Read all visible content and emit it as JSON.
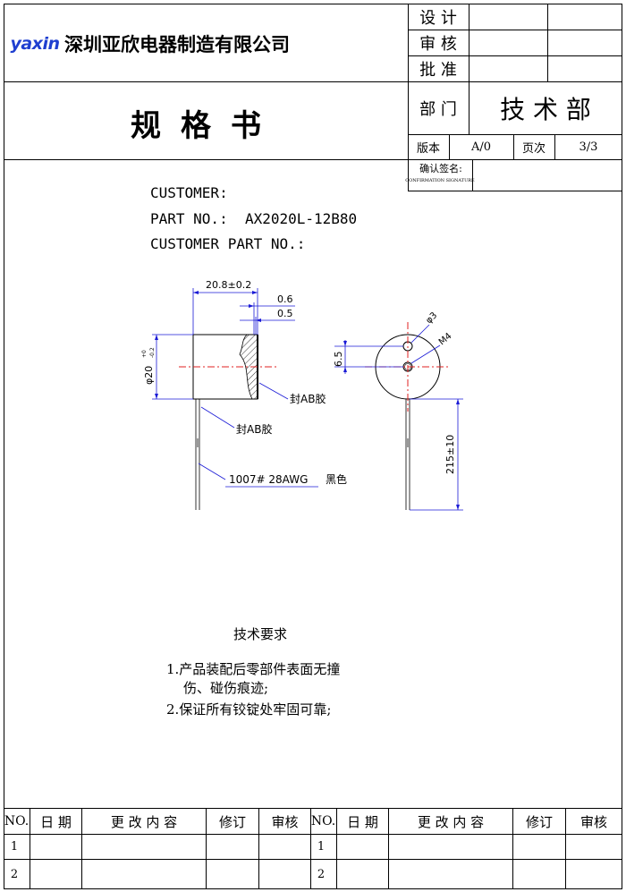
{
  "header": {
    "logo": "yaxin",
    "company": "深圳亚欣电器制造有限公司",
    "doc_title": "规格书",
    "approvals": [
      {
        "label": "设 计"
      },
      {
        "label": "审 核"
      },
      {
        "label": "批 准"
      }
    ],
    "department_label": "部 门",
    "department_value": "技 术 部",
    "version_label": "版本",
    "version_value": "A/0",
    "page_label": "页次",
    "page_value": "3/3",
    "confirm_label": "确认签名:",
    "confirm_sub": "CONFIRMATION SIGNATURE"
  },
  "info": {
    "customer": "CUSTOMER:",
    "part_no": "PART NO.:  AX2020L-12B80",
    "customer_part_no": "CUSTOMER PART NO.:"
  },
  "drawing": {
    "dim_length": "20.8±0.2",
    "dim_06": "0.6",
    "dim_05": "0.5",
    "dim_dia": "φ20",
    "dim_dia_tol_top": "+0",
    "dim_dia_tol_bot": "-0.2",
    "seal_label_1": "封AB胶",
    "seal_label_2": "封AB胶",
    "wire_label": "1007# 28AWG",
    "wire_color": "黑色",
    "dim_phi3": "φ3",
    "dim_m4": "M4",
    "dim_65": "6.5",
    "dim_215": "215±10",
    "line_color": "#1a1ad6",
    "center_color": "#e02020"
  },
  "requirements": {
    "title": "技术要求",
    "items": [
      "1.产品装配后零部件表面无撞",
      "伤、碰伤痕迹;",
      "2.保证所有铰锭处牢固可靠;"
    ]
  },
  "revision": {
    "headers": [
      "NO.",
      "日  期",
      "更 改 内 容",
      "修订",
      "审核",
      "NO.",
      "日  期",
      "更 改 内 容",
      "修订",
      "审核"
    ],
    "rows": [
      [
        "1",
        "1"
      ],
      [
        "2",
        "2"
      ]
    ]
  }
}
